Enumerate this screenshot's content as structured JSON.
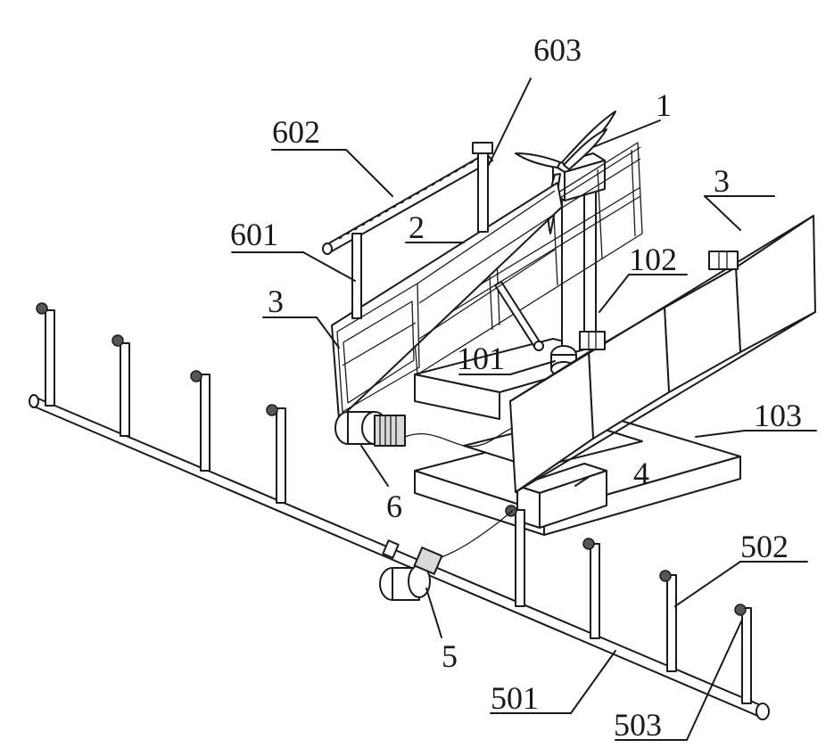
{
  "labels": {
    "l1": "1",
    "l2": "2",
    "l3a": "3",
    "l3b": "3",
    "l4": "4",
    "l5": "5",
    "l6": "6",
    "l101": "101",
    "l102": "102",
    "l103": "103",
    "l501": "501",
    "l502": "502",
    "l503": "503",
    "l601": "601",
    "l602": "602",
    "l603": "603"
  }
}
